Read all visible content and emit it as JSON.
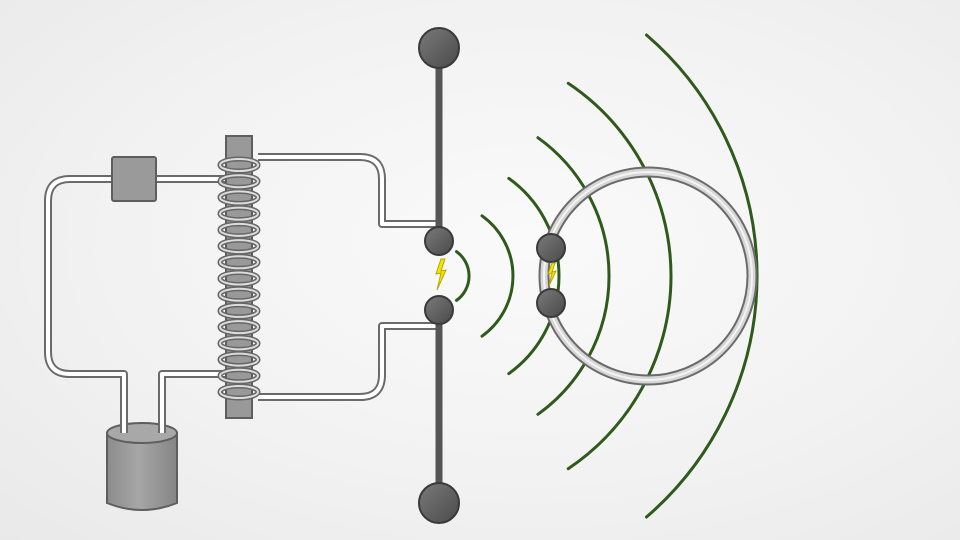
{
  "diagram": {
    "description_text": "",
    "colors": {
      "background": "#f1f1f1",
      "wire_fill": "#ffffff",
      "wire_edge": "#6a6a6a",
      "metal_gray": "#9a9a9a",
      "metal_edge": "#5e5e5e",
      "sphere": "#5a5a5a",
      "rod": "#555555",
      "wavefront": "#2e5a1c",
      "spark": "#f2e600"
    },
    "components": {
      "battery": "battery-icon",
      "interrupter": "interrupter-switch",
      "induction_coil": "induction-coil",
      "transmitter": "dipole-antenna-with-spark-gap",
      "receiver": "loop-receiver-with-spark-gap",
      "waves": "electromagnetic-wavefronts",
      "transmitter_spark": "spark-icon",
      "receiver_spark": "spark-icon"
    },
    "wavefront_count": 6,
    "coil_turns": 15
  }
}
